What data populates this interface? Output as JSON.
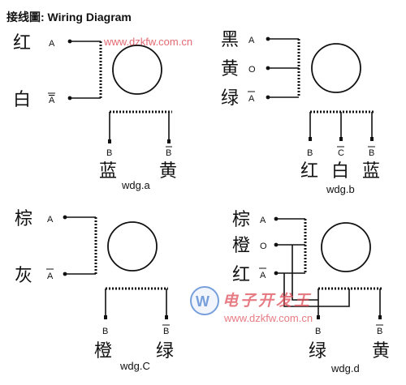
{
  "header": {
    "title": "接线圖: Wiring Diagram"
  },
  "watermark": {
    "url_top": "www.dzkfw.com.cn",
    "url_bottom": "www.dzkfw.com.cn",
    "site_name": "电子开发王"
  },
  "diagrams": [
    {
      "caption": "wdg.a",
      "side_leads": [
        {
          "color": "红",
          "terminal": "A",
          "bar": false
        },
        {
          "color": "白",
          "terminal": "A",
          "bar": true
        }
      ],
      "bottom_leads": [
        {
          "color": "蓝",
          "terminal": "B",
          "bar": false
        },
        {
          "color": "黄",
          "terminal": "B",
          "bar": true
        }
      ]
    },
    {
      "caption": "wdg.b",
      "side_leads": [
        {
          "color": "黑",
          "terminal": "A",
          "bar": false
        },
        {
          "color": "黄",
          "terminal": "O",
          "bar": false
        },
        {
          "color": "绿",
          "terminal": "A",
          "bar": true
        }
      ],
      "bottom_leads": [
        {
          "color": "红",
          "terminal": "B",
          "bar": false
        },
        {
          "color": "白",
          "terminal": "C",
          "bar": true
        },
        {
          "color": "蓝",
          "terminal": "B",
          "bar": true
        }
      ]
    },
    {
      "caption": "wdg.C",
      "side_leads": [
        {
          "color": "棕",
          "terminal": "A",
          "bar": false
        },
        {
          "color": "灰",
          "terminal": "A",
          "bar": true
        }
      ],
      "bottom_leads": [
        {
          "color": "橙",
          "terminal": "B",
          "bar": false
        },
        {
          "color": "绿",
          "terminal": "B",
          "bar": true
        }
      ]
    },
    {
      "caption": "wdg.d",
      "side_leads": [
        {
          "color": "棕",
          "terminal": "A",
          "bar": false
        },
        {
          "color": "橙",
          "terminal": "O",
          "bar": false
        },
        {
          "color": "红",
          "terminal": "A",
          "bar": true
        }
      ],
      "bottom_leads": [
        {
          "color": "绿",
          "terminal": "B",
          "bar": false
        },
        {
          "color": "黄",
          "terminal": "B",
          "bar": true
        }
      ]
    }
  ],
  "colors": {
    "ink": "#111111",
    "watermark_red": "#e0505a",
    "watermark_blue": "#4a7fd0"
  }
}
